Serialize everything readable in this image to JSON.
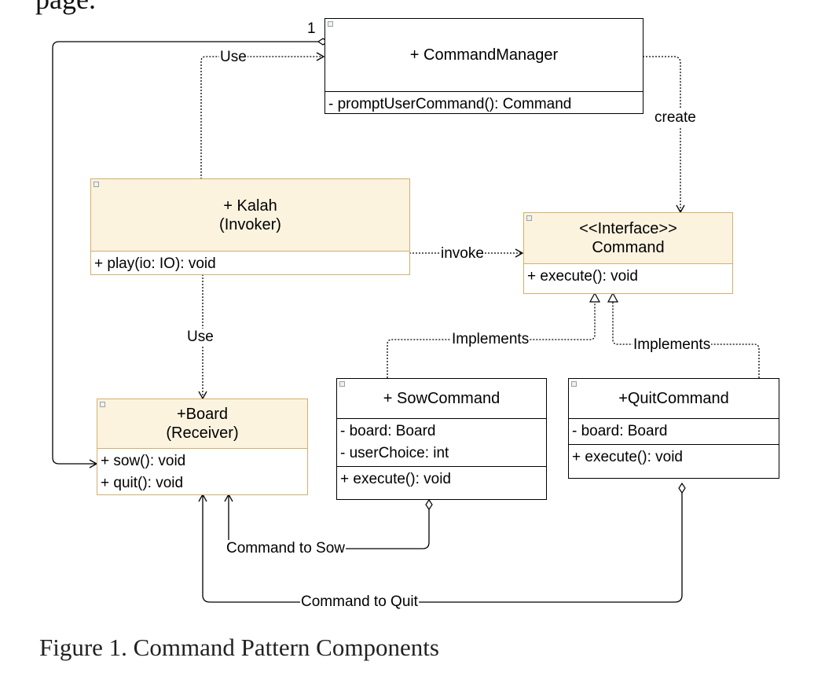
{
  "top_fragment": "page.",
  "caption": "Figure 1. Command Pattern Components",
  "multiplicity": "1",
  "classes": {
    "command_manager": {
      "name": "+ CommandManager",
      "methods": [
        "- promptUserCommand(): Command"
      ]
    },
    "kalah": {
      "name": "+ Kalah",
      "role": "(Invoker)",
      "methods": [
        "+ play(io: IO): void"
      ]
    },
    "command": {
      "stereotype": "<<Interface>>",
      "name": "Command",
      "methods": [
        "+ execute(): void"
      ]
    },
    "board": {
      "name": "+Board",
      "role": "(Receiver)",
      "methods": [
        "+ sow(): void",
        "+ quit(): void"
      ]
    },
    "sow_command": {
      "name": "+ SowCommand",
      "attributes": [
        "- board: Board",
        "- userChoice: int"
      ],
      "methods": [
        "+ execute(): void"
      ]
    },
    "quit_command": {
      "name": "+QuitCommand",
      "attributes": [
        "- board: Board"
      ],
      "methods": [
        "+ execute(): void"
      ]
    }
  },
  "relations": {
    "use_top": "Use",
    "create": "create",
    "invoke": "invoke",
    "use_board": "Use",
    "implements_sow": "Implements",
    "implements_quit": "Implements",
    "command_to_sow": "Command to Sow",
    "command_to_quit": "Command to Quit"
  },
  "colors": {
    "highlight_fill": "#fcf3df",
    "highlight_border": "#d1b06e",
    "line": "#000000"
  }
}
